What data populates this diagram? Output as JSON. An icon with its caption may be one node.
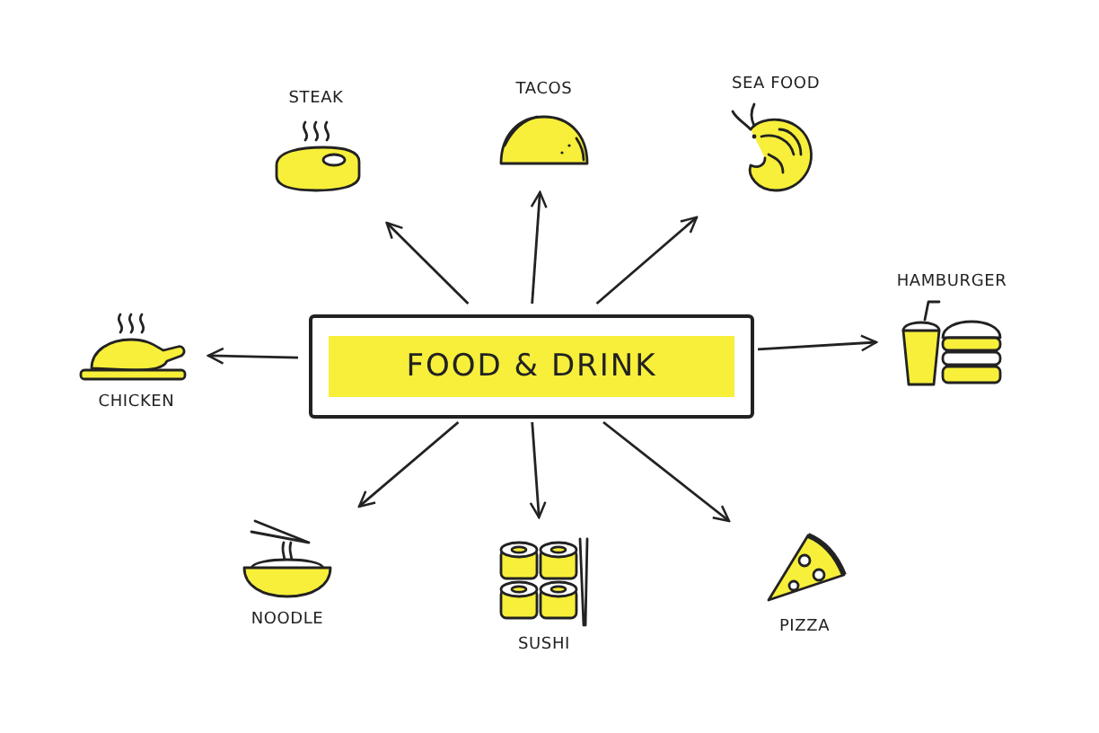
{
  "diagram": {
    "nodes": [
      {
        "text": [
          "FOOD & DRINK"
        ]
      },
      {
        "text": [
          "STEAK"
        ]
      },
      {
        "text": [
          "TACOS"
        ]
      },
      {
        "text": [
          "SEA FOOD"
        ]
      },
      {
        "text": [
          "CHICKEN"
        ]
      },
      {
        "text": [
          "HAMBURGER"
        ]
      },
      {
        "text": [
          "NOODLE"
        ]
      },
      {
        "text": [
          "SUSHI"
        ]
      },
      {
        "text": [
          "PIZZA"
        ]
      }
    ],
    "edges": [
      {
        "from": 0,
        "to": 1,
        "arrow": "to"
      },
      {
        "from": 0,
        "to": 2,
        "arrow": "to"
      },
      {
        "from": 0,
        "to": 3,
        "arrow": "to"
      },
      {
        "from": 0,
        "to": 4,
        "arrow": "to"
      },
      {
        "from": 0,
        "to": 5,
        "arrow": "to"
      },
      {
        "from": 0,
        "to": 6,
        "arrow": "to"
      },
      {
        "from": 0,
        "to": 7,
        "arrow": "to"
      },
      {
        "from": 0,
        "to": 8,
        "arrow": "to"
      }
    ]
  }
}
